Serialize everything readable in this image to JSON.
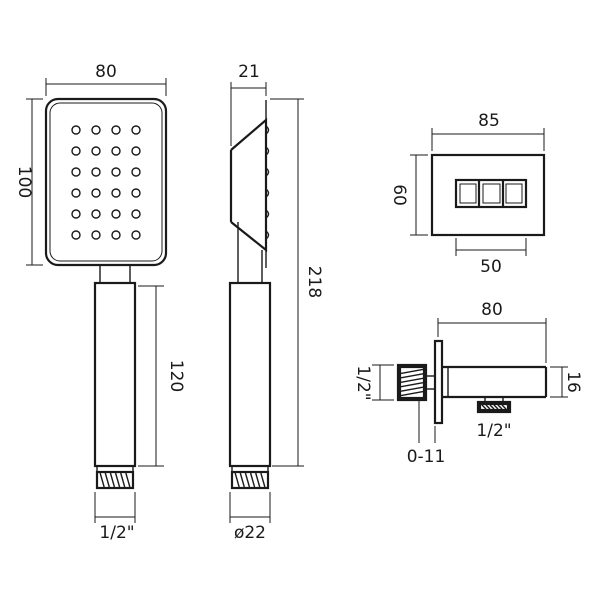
{
  "diagram": {
    "front_view": {
      "width_label": "80",
      "height_label": "100",
      "handle_length_label": "120",
      "thread_label": "1/2\""
    },
    "side_view": {
      "depth_label": "21",
      "total_length_label": "218",
      "diameter_label": "ø22"
    },
    "bracket_front": {
      "width_label": "85",
      "height_label": "60",
      "inner_width_label": "50"
    },
    "bracket_side": {
      "length_label": "80",
      "height_label": "16",
      "inlet_thread_label": "1/2\"",
      "outlet_thread_label": "1/2\"",
      "range_label": "0-11"
    }
  }
}
